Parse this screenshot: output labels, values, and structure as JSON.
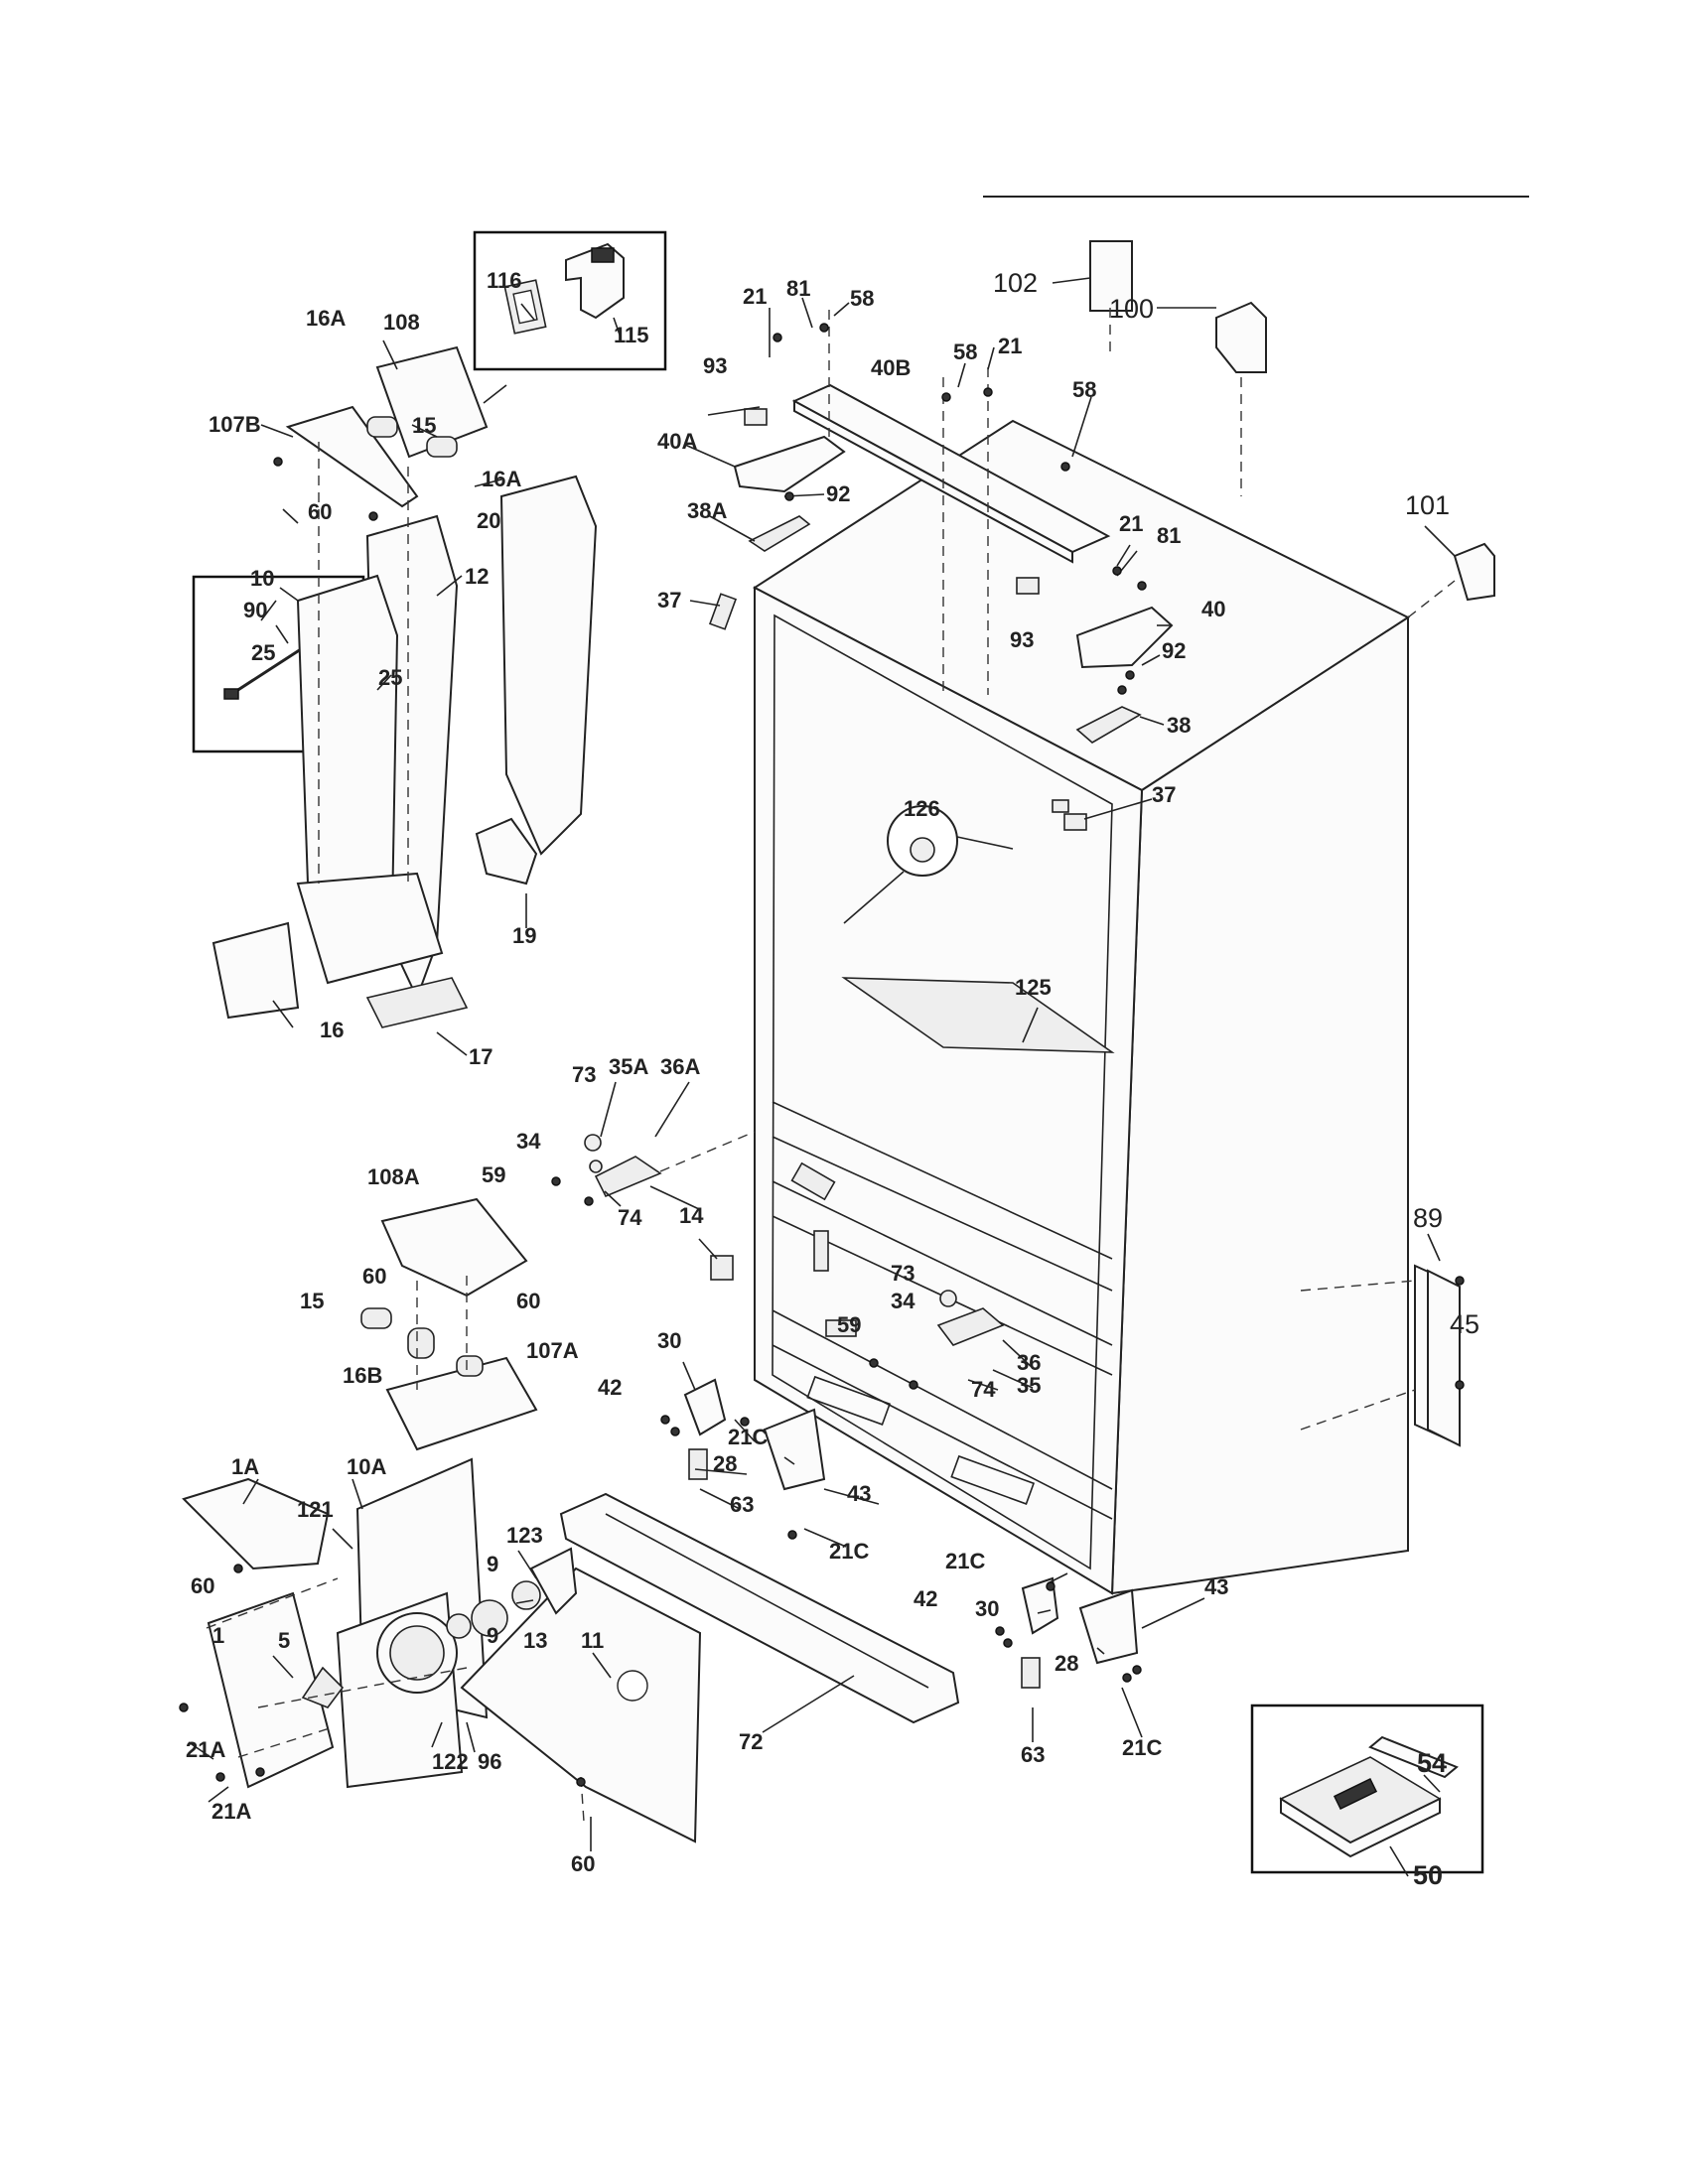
{
  "diagram": {
    "labels": {
      "l1": "1",
      "l1a": "1A",
      "l5": "5",
      "l9a": "9",
      "l9b": "9",
      "l10": "10",
      "l10a": "10A",
      "l11": "11",
      "l12": "12",
      "l13": "13",
      "l14": "14",
      "l15a": "15",
      "l15b": "15",
      "l16": "16",
      "l16a1": "16A",
      "l16a2": "16A",
      "l16b": "16B",
      "l17": "17",
      "l19": "19",
      "l20": "20",
      "l21a": "21",
      "l21b": "21",
      "l21c": "21",
      "l21a1": "21A",
      "l21a2": "21A",
      "l21c1": "21C",
      "l21c2": "21C",
      "l21c3": "21C",
      "l21c4": "21C",
      "l25a": "25",
      "l25b": "25",
      "l28a": "28",
      "l28b": "28",
      "l30a": "30",
      "l30b": "30",
      "l34a": "34",
      "l34b": "34",
      "l35": "35",
      "l35a": "35A",
      "l36": "36",
      "l36a": "36A",
      "l37a": "37",
      "l37b": "37",
      "l38": "38",
      "l38a": "38A",
      "l40": "40",
      "l40a": "40A",
      "l40b": "40B",
      "l42a": "42",
      "l42b": "42",
      "l43a": "43",
      "l43b": "43",
      "l45": "45",
      "l50": "50",
      "l54": "54",
      "l58a": "58",
      "l58b": "58",
      "l58c": "58",
      "l59a": "59",
      "l59b": "59",
      "l60a": "60",
      "l60b": "60",
      "l60c": "60",
      "l60d": "60",
      "l60e": "60",
      "l63a": "63",
      "l63b": "63",
      "l72": "72",
      "l73a": "73",
      "l73b": "73",
      "l74a": "74",
      "l74b": "74",
      "l81a": "81",
      "l81b": "81",
      "l89": "89",
      "l90": "90",
      "l92a": "92",
      "l92b": "92",
      "l93a": "93",
      "l93b": "93",
      "l96": "96",
      "l100": "100",
      "l101": "101",
      "l102": "102",
      "l107a": "107A",
      "l107b": "107B",
      "l108": "108",
      "l108a": "108A",
      "l115": "115",
      "l116": "116",
      "l121": "121",
      "l122": "122",
      "l123": "123",
      "l125": "125",
      "l126": "126"
    }
  }
}
